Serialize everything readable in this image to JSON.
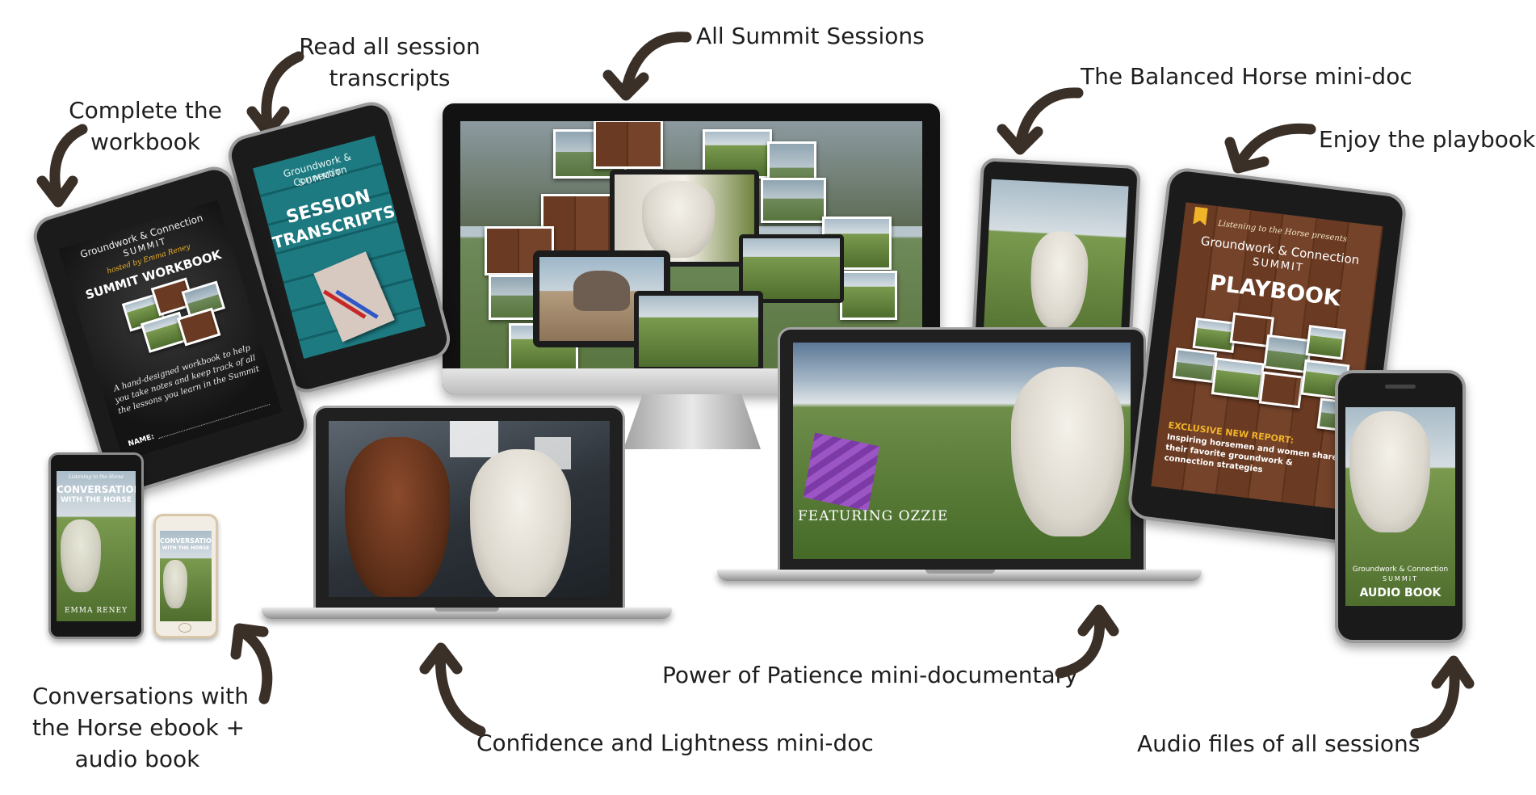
{
  "labels": {
    "workbook": [
      "Complete the",
      "workbook"
    ],
    "transcripts": [
      "Read all session",
      "transcripts"
    ],
    "sessions": "All Summit Sessions",
    "balanced": "The Balanced Horse mini-doc",
    "playbook": "Enjoy the playbook",
    "conversations": [
      "Conversations with",
      "the Horse ebook +",
      "audio book"
    ],
    "confidence": "Confidence and Lightness mini-doc",
    "patience": "Power of Patience mini-documentary",
    "audio": "Audio files of all sessions"
  },
  "workbook_tablet": {
    "brand_line1": "Groundwork & Connection",
    "brand_line2": "SUMMIT",
    "subtitle": "hosted by Emma Reney",
    "title": "SUMMIT WORKBOOK",
    "script_text": "A hand-designed workbook to help you take notes and keep track of all the lessons you learn in the Summit",
    "name_label": "NAME:"
  },
  "transcripts_tablet": {
    "brand_line1": "Groundwork & Connection",
    "brand_line2": "SUMMIT",
    "title_line1": "SESSION",
    "title_line2": "TRANSCRIPTS"
  },
  "playbook_tablet": {
    "presents": "Listening to the Horse presents",
    "brand_line1": "Groundwork & Connection",
    "brand_line2": "SUMMIT",
    "title": "PLAYBOOK",
    "report_heading": "EXCLUSIVE NEW REPORT:",
    "report_body": "Inspiring horsemen and women share their favorite groundwork & connection strategies"
  },
  "patience_laptop": {
    "caption": "FEATURING OZZIE"
  },
  "ebook": {
    "line1": "Listening to the Horse",
    "title_line1": "CONVERSATIONS",
    "title_line2": "WITH THE HORSE",
    "author": "EMMA RENEY"
  },
  "phone": {
    "brand_line1": "Groundwork & Connection",
    "brand_line2": "SUMMIT",
    "title": "AUDIO BOOK"
  },
  "colors": {
    "label_text": "#1e1e1e",
    "arrow": "#3b3028",
    "playbook_accent": "#f0b429",
    "transcripts_teal": "#1d7a80"
  }
}
